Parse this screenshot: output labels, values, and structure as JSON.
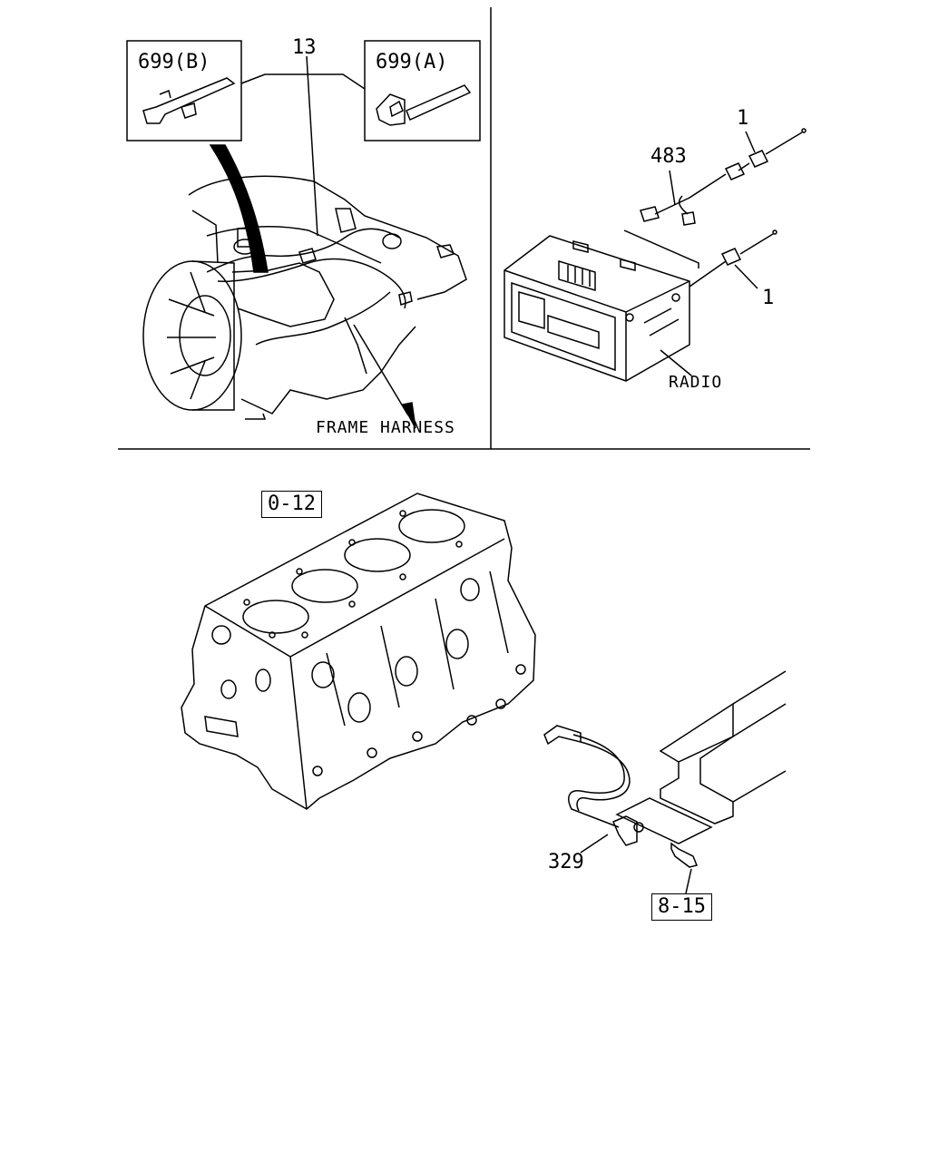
{
  "labels": {
    "clip_b": "699(B)",
    "clip_a": "699(A)",
    "harness_13": "13",
    "frame_harness": "FRAME HARNESS",
    "cable_483": "483",
    "connector_1_top": "1",
    "connector_1_bottom": "1",
    "radio": "RADIO",
    "ref_0_12": "0-12",
    "cable_329": "329",
    "ref_8_15": "8-15"
  }
}
